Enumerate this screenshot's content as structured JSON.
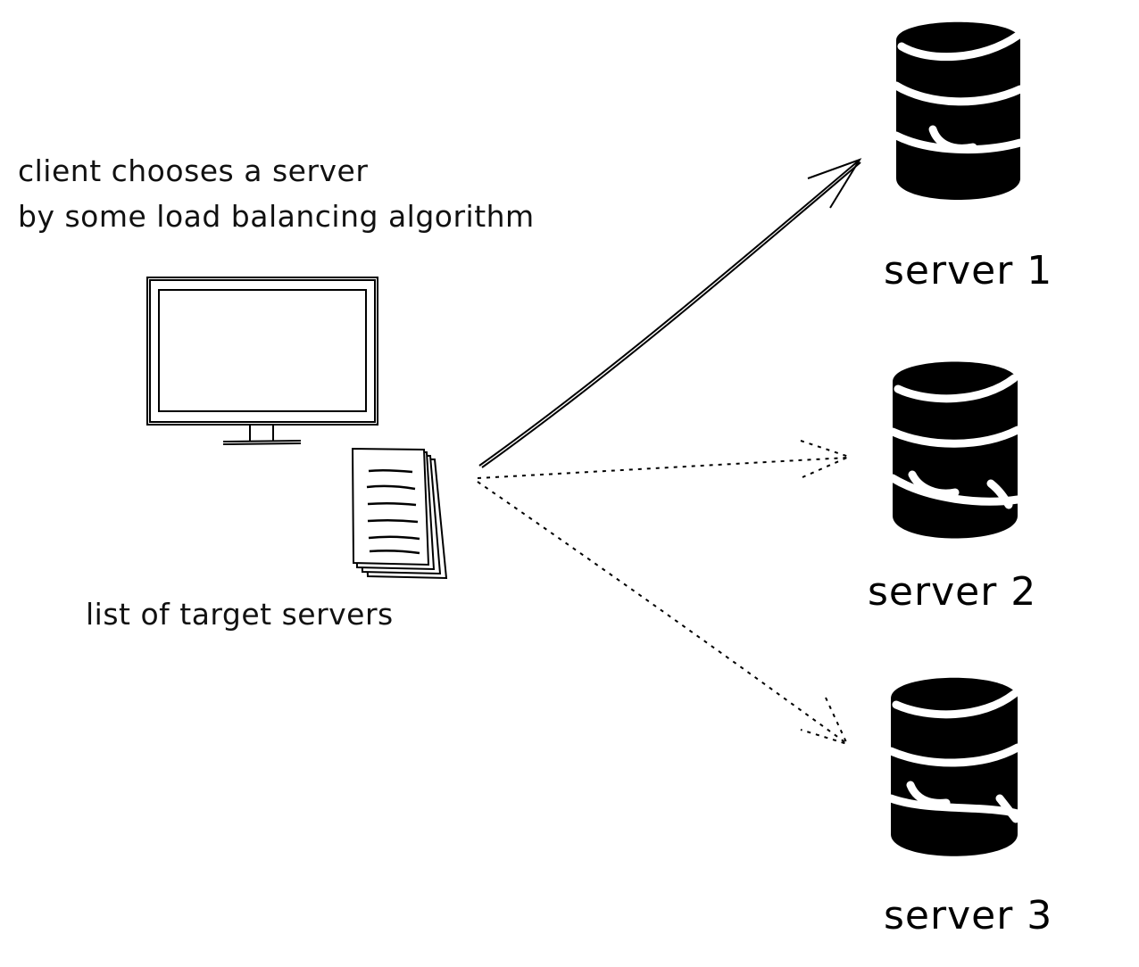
{
  "diagram": {
    "caption_client_line1": "client chooses a server",
    "caption_client_line2": "by some load balancing algorithm",
    "caption_list": "list of target servers",
    "servers": [
      {
        "label": "server 1",
        "connection": "solid"
      },
      {
        "label": "server 2",
        "connection": "dotted"
      },
      {
        "label": "server 3",
        "connection": "dotted"
      }
    ],
    "colors": {
      "ink": "#000000",
      "background": "#ffffff",
      "stripe": "#ffffff"
    }
  }
}
